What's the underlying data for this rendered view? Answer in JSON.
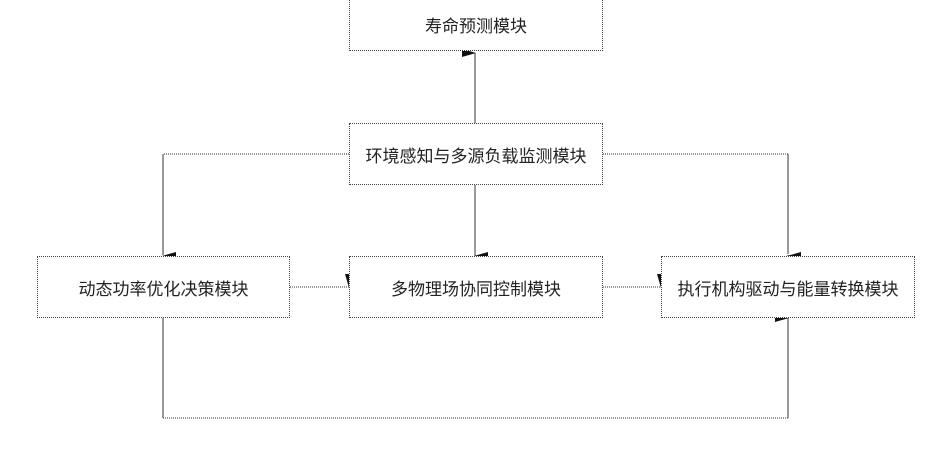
{
  "diagram": {
    "modules": {
      "life_prediction": "寿命预测模块",
      "env_sensing": "环境感知与多源负载监测模块",
      "dynamic_power": "动态功率优化决策模块",
      "multiphysics": "多物理场协同控制模块",
      "actuator_energy": "执行机构驱动与能量转换模块"
    },
    "edges": [
      {
        "from": "env_sensing",
        "to": "life_prediction"
      },
      {
        "from": "env_sensing",
        "to": "dynamic_power"
      },
      {
        "from": "env_sensing",
        "to": "multiphysics"
      },
      {
        "from": "env_sensing",
        "to": "actuator_energy"
      },
      {
        "from": "dynamic_power",
        "to": "multiphysics"
      },
      {
        "from": "multiphysics",
        "to": "actuator_energy"
      },
      {
        "from": "dynamic_power",
        "to": "actuator_energy"
      }
    ],
    "line_color": "#333333"
  }
}
